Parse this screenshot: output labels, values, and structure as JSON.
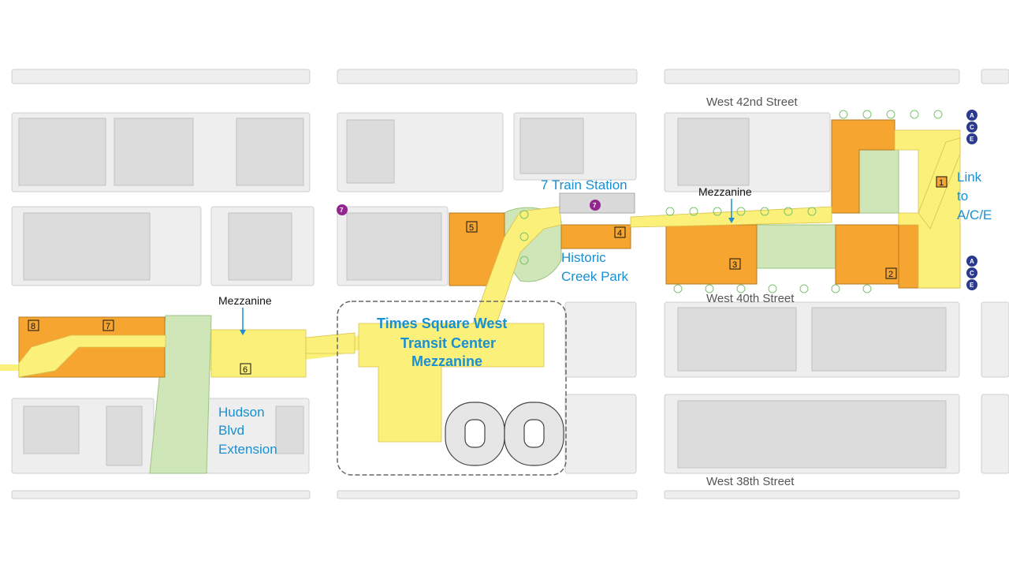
{
  "map": {
    "streets": [
      "West 42nd Street",
      "West 40th Street",
      "West 38th Street"
    ],
    "mezzanine_label": "Mezzanine",
    "transit_center": [
      "Times Square West",
      "Transit Center",
      "Mezzanine"
    ],
    "train_station_label": "7 Train Station",
    "park_label": [
      "Historic",
      "Creek Park"
    ],
    "hudson_label": [
      "Hudson",
      "Blvd",
      "Extension"
    ],
    "link_label": [
      "Link",
      "to",
      "A/C/E"
    ],
    "building_numbers": [
      "1",
      "2",
      "3",
      "4",
      "5",
      "6",
      "7",
      "8"
    ],
    "subway_line_7": "7",
    "subway_lines_ace": [
      "A",
      "C",
      "E"
    ],
    "colors": {
      "building_orange": "#f6a531",
      "concourse_yellow": "#fbf07a",
      "park_green": "#cfe6b8",
      "block_gray": "#e2e2e2",
      "label_blue": "#1a8fd1",
      "subway_purple": "#93278f",
      "subway_navy": "#2b3a8f"
    }
  }
}
